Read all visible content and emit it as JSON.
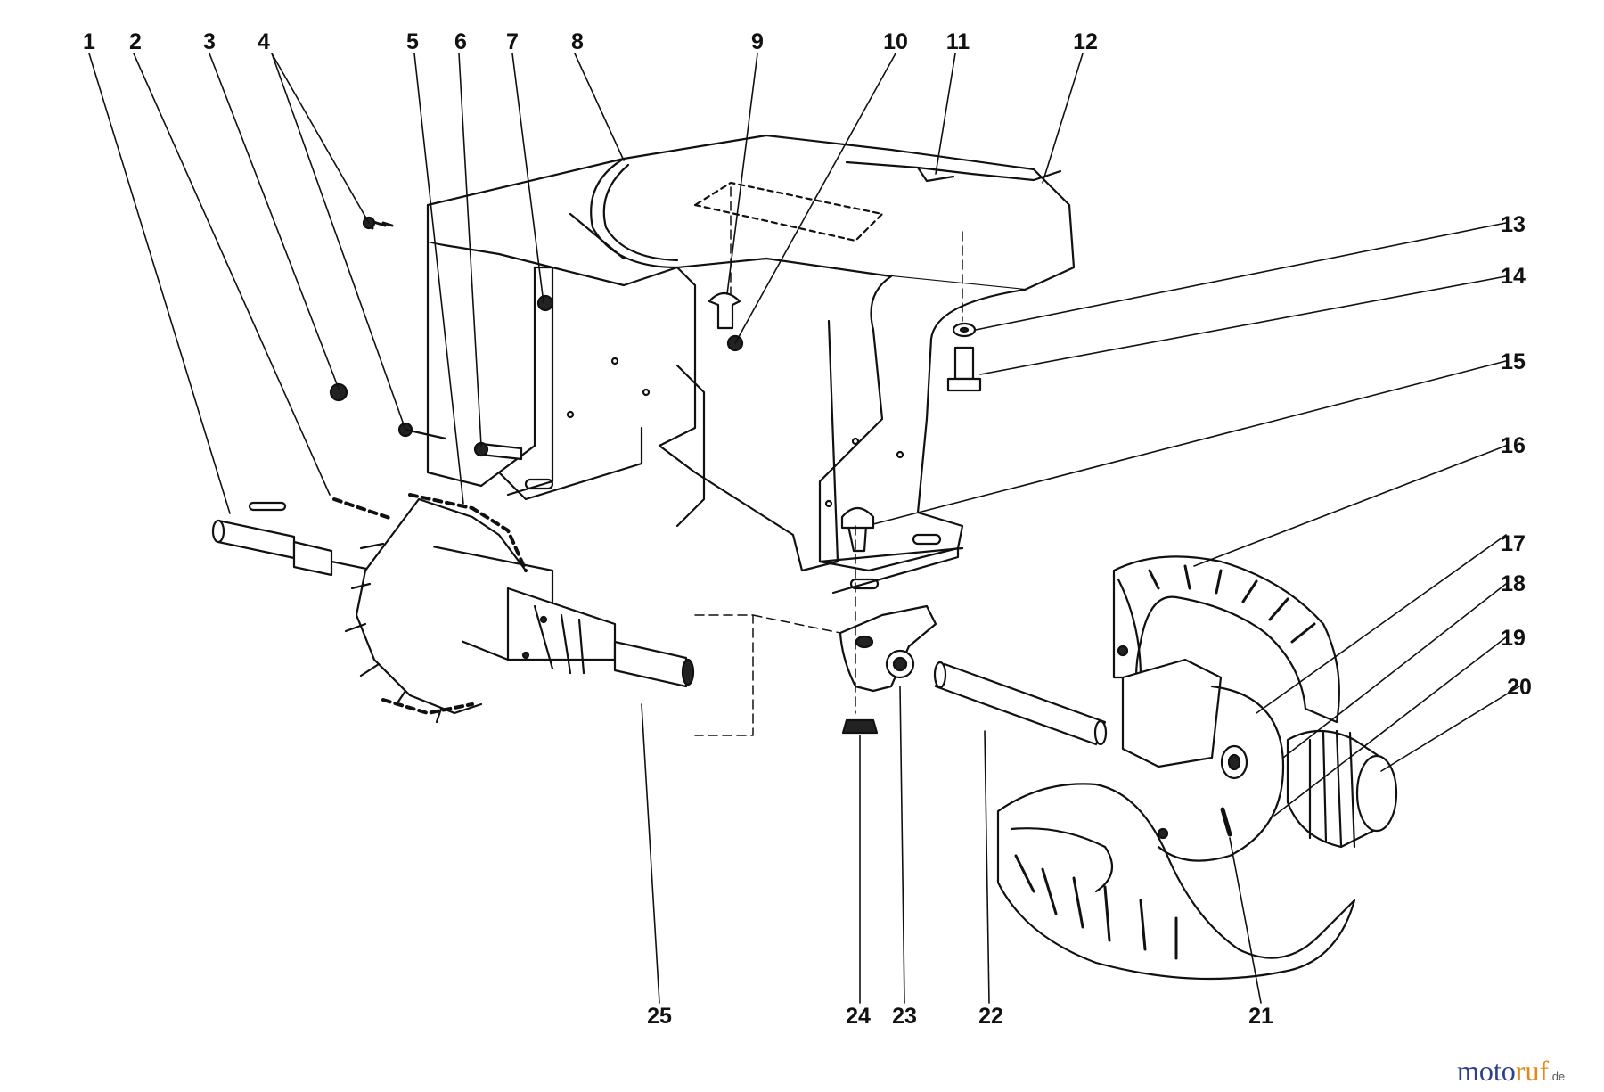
{
  "diagram": {
    "part_numbers": [
      "1",
      "2",
      "3",
      "4",
      "5",
      "6",
      "7",
      "8",
      "9",
      "10",
      "11",
      "12",
      "13",
      "14",
      "15",
      "16",
      "17",
      "18",
      "19",
      "20",
      "21",
      "22",
      "23",
      "24",
      "25"
    ],
    "watermark": {
      "moto": "moto",
      "ruf": "ruf",
      "tld": ".de"
    }
  }
}
